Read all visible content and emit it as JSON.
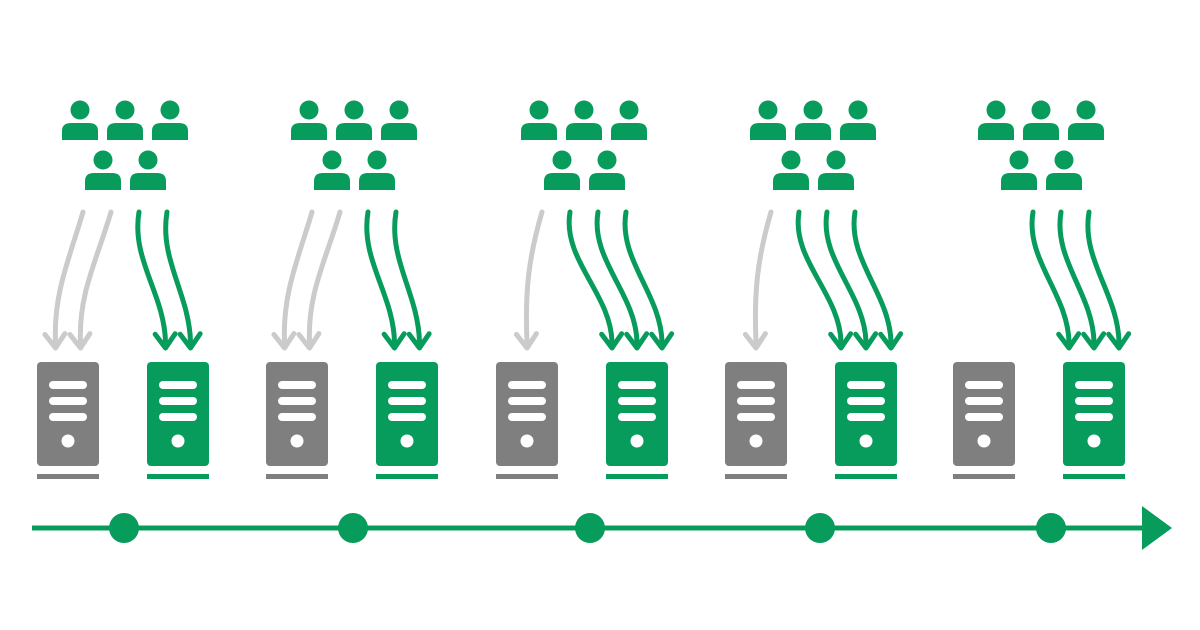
{
  "colors": {
    "background": "#ffffff",
    "green": "#079c5c",
    "gray": "#7f7f7f",
    "arrow_gray": "#cbcbcb",
    "server_detail": "#ffffff"
  },
  "diagram": {
    "type": "traffic-shift-timeline",
    "stages": [
      {
        "users": 5,
        "to_old_server": 2,
        "to_new_server": 2
      },
      {
        "users": 5,
        "to_old_server": 2,
        "to_new_server": 2
      },
      {
        "users": 5,
        "to_old_server": 1,
        "to_new_server": 3
      },
      {
        "users": 5,
        "to_old_server": 1,
        "to_new_server": 3
      },
      {
        "users": 5,
        "to_old_server": 0,
        "to_new_server": 3
      }
    ],
    "timeline": {
      "points": 5,
      "direction": "right",
      "arrowhead": true
    }
  },
  "icons": {
    "user": "user-icon",
    "server_old": "server-icon",
    "server_new": "server-icon",
    "timeline_dot": "timeline-dot-icon"
  }
}
